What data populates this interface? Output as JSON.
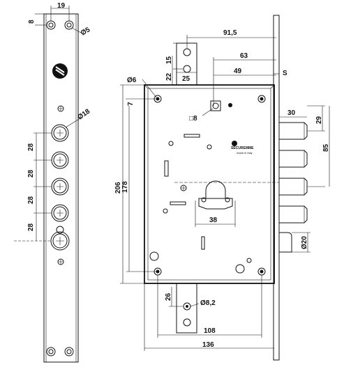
{
  "faceplate": {
    "top_width": "19",
    "top_offset": "8",
    "screw_dia": "Ø5",
    "bolt_dia": "Ø18",
    "bolt_spacing": [
      "28",
      "28",
      "28",
      "28"
    ]
  },
  "lockbody": {
    "top_overall": "91,5",
    "backset_63": "63",
    "backset_49": "49",
    "mark_s": "S",
    "hole_dia": "Ø6",
    "hole_inset": "7",
    "strike_h15": "15",
    "strike_h22": "22",
    "strike_w25": "25",
    "square_spindle": "□8",
    "bolt_30": "30",
    "bolt_29": "29",
    "bolt_85": "85",
    "height_206": "206",
    "height_178": "178",
    "cylinder_38": "38",
    "latch_dia": "Ø20",
    "bottom_26": "26",
    "bottom_dia": "Ø8,2",
    "bottom_108": "108",
    "bottom_136": "136",
    "brand_text": "SECUREMME",
    "brand_sub": "made in Italy"
  }
}
